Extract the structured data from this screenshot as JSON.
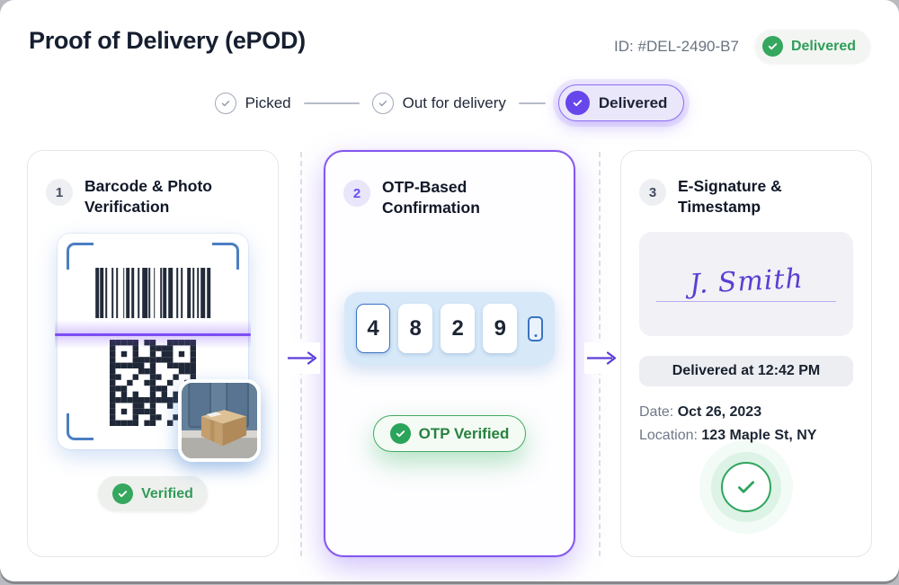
{
  "header": {
    "title": "Proof of Delivery (ePOD)",
    "id_label": "ID: #DEL-2490-B7",
    "status_badge": "Delivered"
  },
  "stepper": {
    "steps": [
      {
        "label": "Picked",
        "state": "done"
      },
      {
        "label": "Out for delivery",
        "state": "done"
      },
      {
        "label": "Delivered",
        "state": "active"
      }
    ]
  },
  "cards": {
    "barcode": {
      "number": "1",
      "title": "Barcode & Photo Verification",
      "badge": "Verified"
    },
    "otp": {
      "number": "2",
      "title": "OTP-Based Confirmation",
      "digits": [
        "4",
        "8",
        "2",
        "9"
      ],
      "badge": "OTP Verified"
    },
    "signature": {
      "number": "3",
      "title": "E-Signature & Timestamp",
      "signature_name": "J. Smith",
      "delivered_time": "Delivered at 12:42 PM",
      "date_label": "Date:",
      "date_value": "Oct 26, 2023",
      "location_label": "Location:",
      "location_value": "123 Maple St, NY"
    }
  },
  "icons": {
    "check": "check-icon",
    "arrow": "arrow-right-icon",
    "phone": "phone-icon"
  },
  "colors": {
    "accent_purple": "#6746ec",
    "success_green": "#2f9e59",
    "scanner_blue": "#4b7ec2",
    "featured_border": "#8457ee"
  }
}
